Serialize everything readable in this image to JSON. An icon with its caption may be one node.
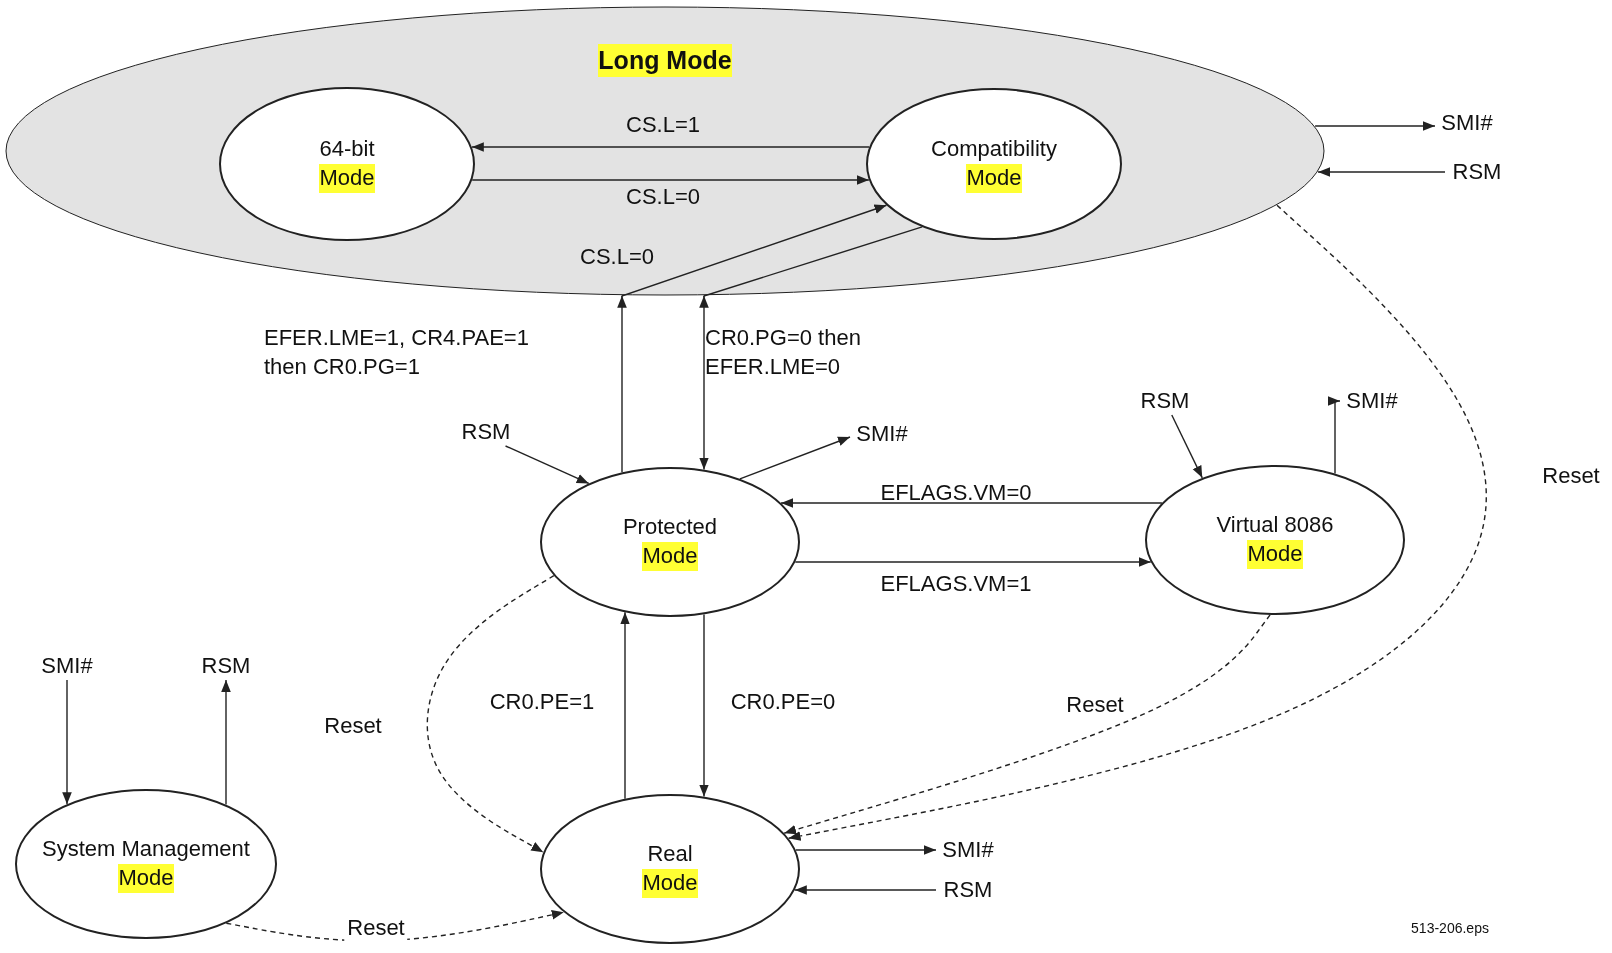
{
  "diagram": {
    "nodes": [
      {
        "text": [
          "Long Mode"
        ]
      },
      {
        "text": [
          "64-bit",
          "Mode"
        ],
        "in": 0
      },
      {
        "text": [
          "Compatibility",
          "Mode"
        ],
        "in": 0
      },
      {
        "text": [
          "Protected",
          "Mode"
        ]
      },
      {
        "text": [
          "Virtual 8086",
          "Mode"
        ]
      },
      {
        "text": [
          "System Management",
          "Mode"
        ]
      },
      {
        "text": [
          "Real",
          "Mode"
        ]
      },
      {
        "text": [
          "SMI#"
        ]
      },
      {
        "text": [
          "RSM"
        ]
      },
      {
        "text": [
          "RSM"
        ]
      },
      {
        "text": [
          "SMI#"
        ]
      },
      {
        "text": [
          "RSM"
        ]
      },
      {
        "text": [
          "SMI#"
        ]
      },
      {
        "text": [
          "SMI#"
        ]
      },
      {
        "text": [
          "RSM"
        ]
      },
      {
        "text": [
          "SMI#"
        ]
      },
      {
        "text": [
          "RSM"
        ]
      }
    ],
    "edges": [
      {
        "from": 2,
        "to": 1,
        "arrow": "to",
        "label": "CS.L=1"
      },
      {
        "from": 1,
        "to": 2,
        "arrow": "to",
        "label": "CS.L=0"
      },
      {
        "from": 3,
        "to": 0,
        "arrow": "to",
        "label": "EFER.LME=1, CR4.PAE=1 then CR0.PG=1"
      },
      {
        "from": 0,
        "to": 2,
        "arrow": "to",
        "label": "CS.L=0"
      },
      {
        "from": 2,
        "to": 0,
        "arrow": "to"
      },
      {
        "from": 0,
        "to": 3,
        "arrow": "to",
        "label": "CR0.PG=0 then EFER.LME=0"
      },
      {
        "from": 4,
        "to": 3,
        "arrow": "to",
        "label": "EFLAGS.VM=0"
      },
      {
        "from": 3,
        "to": 4,
        "arrow": "to",
        "label": "EFLAGS.VM=1"
      },
      {
        "from": 3,
        "to": 6,
        "arrow": "to",
        "label": "CR0.PE=0"
      },
      {
        "from": 6,
        "to": 3,
        "arrow": "to",
        "label": "CR0.PE=1"
      },
      {
        "from": 0,
        "to": 7,
        "arrow": "to"
      },
      {
        "from": 8,
        "to": 0,
        "arrow": "to"
      },
      {
        "from": 9,
        "to": 3,
        "arrow": "to"
      },
      {
        "from": 3,
        "to": 10,
        "arrow": "to"
      },
      {
        "from": 11,
        "to": 4,
        "arrow": "to"
      },
      {
        "from": 4,
        "to": 12,
        "arrow": "to"
      },
      {
        "from": 13,
        "to": 5,
        "arrow": "to"
      },
      {
        "from": 5,
        "to": 14,
        "arrow": "to"
      },
      {
        "from": 6,
        "to": 15,
        "arrow": "to"
      },
      {
        "from": 16,
        "to": 6,
        "arrow": "to"
      },
      {
        "from": 0,
        "to": 6,
        "arrow": "to",
        "label": "Reset",
        "style": "dashed"
      },
      {
        "from": 4,
        "to": 6,
        "arrow": "to",
        "label": "Reset",
        "style": "dashed"
      },
      {
        "from": 3,
        "to": 6,
        "arrow": "to",
        "label": "Reset",
        "style": "dashed"
      },
      {
        "from": 5,
        "to": 6,
        "arrow": "to",
        "label": "Reset",
        "style": "dashed"
      }
    ],
    "labels": [
      "513-206.eps"
    ]
  }
}
